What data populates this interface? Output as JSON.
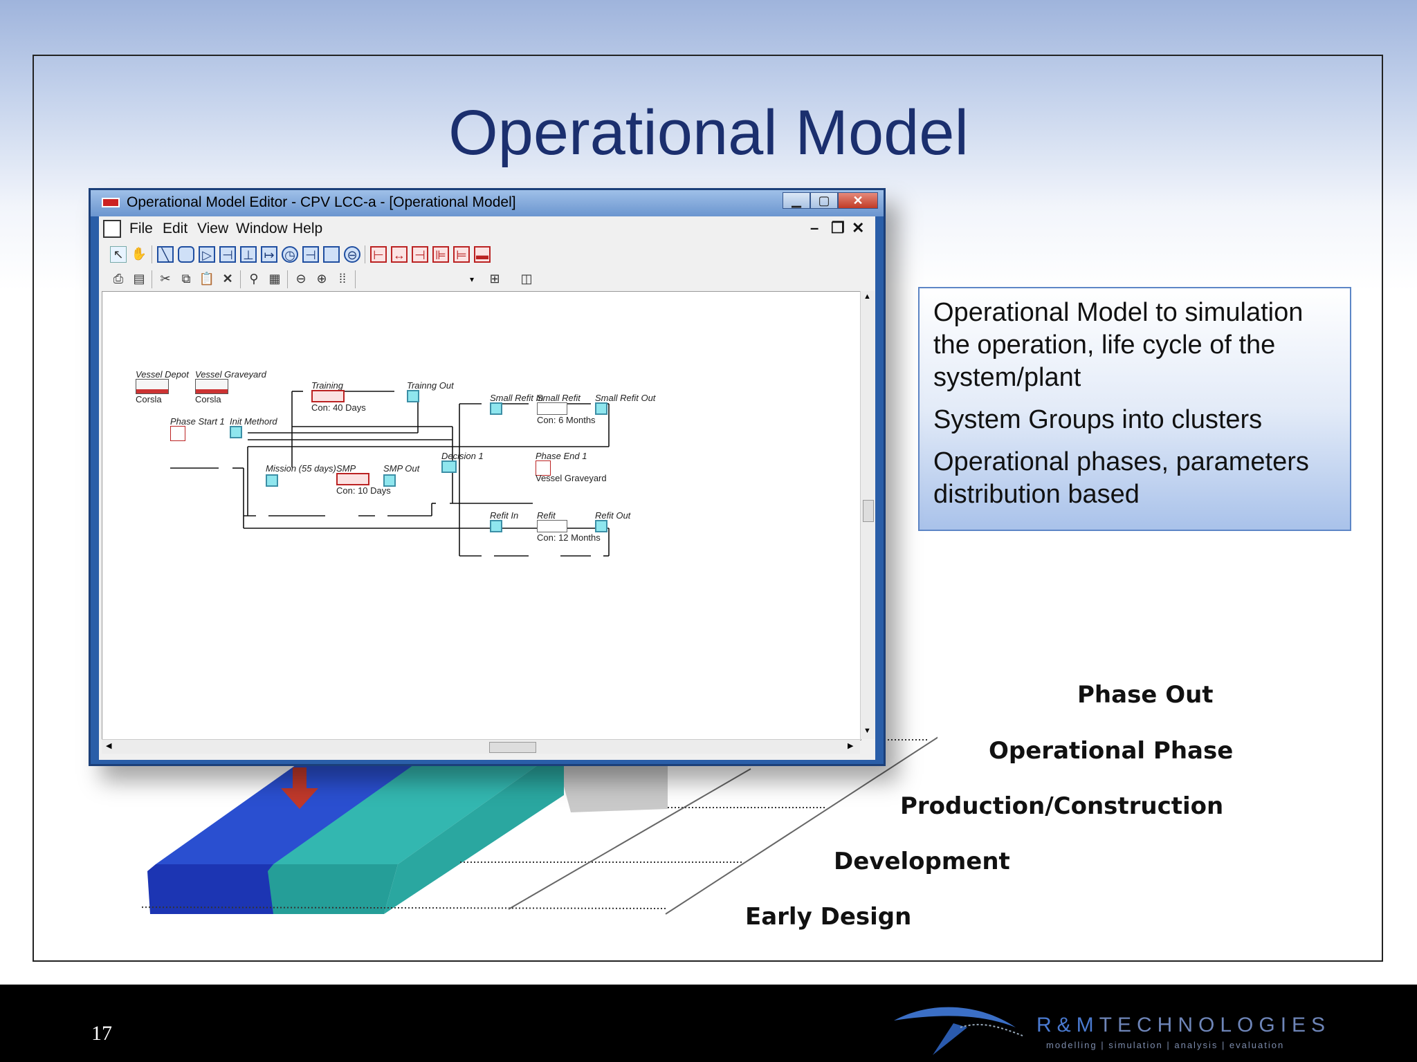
{
  "slide": {
    "title": "Operational Model",
    "page_number": "17"
  },
  "window": {
    "title": "Operational Model Editor - CPV LCC-a - [Operational Model]",
    "controls": {
      "minimize": "▁",
      "maximize": "▢",
      "close": "✕"
    },
    "menu": [
      "File",
      "Edit",
      "View",
      "Window",
      "Help"
    ],
    "mdi_controls": {
      "minimize": "–",
      "restore": "❐",
      "close": "✕"
    }
  },
  "diagram": {
    "nodes": {
      "vessel_depot": {
        "label": "Vessel Depot",
        "sub": "Corsla"
      },
      "vessel_graveyard": {
        "label": "Vessel Graveyard",
        "sub": "Corsla"
      },
      "phase_start": {
        "label": "Phase Start 1"
      },
      "init_method": {
        "label": "Init Methord"
      },
      "training": {
        "label": "Training",
        "sub": "Con: 40 Days"
      },
      "training_out": {
        "label": "Trainng Out"
      },
      "small_refit_in": {
        "label": "Small Refit In"
      },
      "small_refit": {
        "label": "Small Refit",
        "sub": "Con: 6 Months"
      },
      "small_refit_out": {
        "label": "Small Refit Out"
      },
      "mission": {
        "label": "Mission (55 days)"
      },
      "smp": {
        "label": "SMP",
        "sub": "Con: 10 Days"
      },
      "smp_out": {
        "label": "SMP Out"
      },
      "decision": {
        "label": "Decision 1"
      },
      "phase_end": {
        "label": "Phase End 1",
        "sub": "Vessel Graveyard"
      },
      "refit_in": {
        "label": "Refit In"
      },
      "refit": {
        "label": "Refit",
        "sub": "Con: 12 Months"
      },
      "refit_out": {
        "label": "Refit Out"
      }
    }
  },
  "info_box": {
    "lines": [
      "Operational Model to simulation the operation, life cycle of the system/plant",
      "System Groups into clusters",
      "Operational phases, parameters distribution based"
    ]
  },
  "phases": [
    "Phase Out",
    "Operational Phase",
    "Production/Construction",
    "Development",
    "Early Design"
  ],
  "logo": {
    "name_rm": "R&M",
    "name_rest": "TECHNOLOGIES",
    "tagline": "modelling | simulation | analysis | evaluation"
  },
  "colors": {
    "title": "#1b2f6e",
    "platform_blue": "#2447c4",
    "platform_teal": "#2fb5ae",
    "platform_gray": "#c9c9c9",
    "arrow_red": "#c0392b"
  }
}
